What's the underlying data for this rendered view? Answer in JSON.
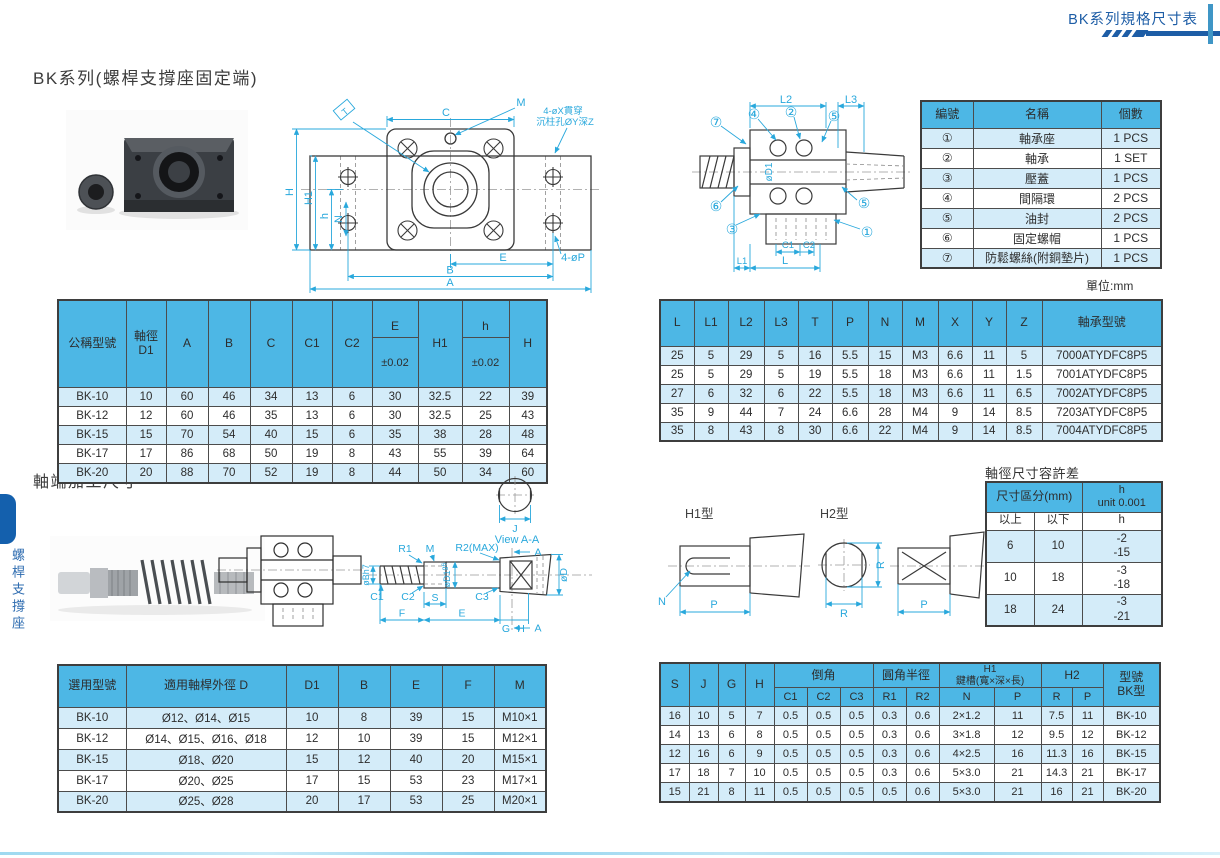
{
  "page": {
    "header_right": "BK系列規格尺寸表",
    "title": "BK系列(螺桿支撐座固定端)",
    "section2_title": "軸端加工尺寸",
    "unit_note": "單位:mm",
    "sidebar_text": "螺桿支撐座",
    "tolerance_title": "軸徑尺寸容許差"
  },
  "colors": {
    "table_header_blue": "#4db7e5",
    "row_alt_blue": "#d4ecf9",
    "accent_blue": "#1d5da6",
    "dimension_cyan": "#29a8dc",
    "sidebar_blue": "#1460ad",
    "border_gray": "#4c4c4c"
  },
  "parts_table": {
    "headers": [
      "編號",
      "名稱",
      "個數"
    ],
    "rows": [
      [
        "①",
        "軸承座",
        "1 PCS"
      ],
      [
        "②",
        "軸承",
        "1 SET"
      ],
      [
        "③",
        "壓蓋",
        "1 PCS"
      ],
      [
        "④",
        "間隔環",
        "2 PCS"
      ],
      [
        "⑤",
        "油封",
        "2 PCS"
      ],
      [
        "⑥",
        "固定螺帽",
        "1 PCS"
      ],
      [
        "⑦",
        "防鬆螺絲(附銅墊片)",
        "1 PCS"
      ]
    ]
  },
  "main_left_table": {
    "headers": {
      "model": "公稱型號",
      "d1": "軸徑\nD1",
      "a": "A",
      "b": "B",
      "c": "C",
      "c1": "C1",
      "c2": "C2",
      "e": "E",
      "e_tol": "±0.02",
      "h1": "H1",
      "h": "h",
      "h_tol": "±0.02",
      "h_cap": "H"
    },
    "rows": [
      [
        "BK-10",
        "10",
        "60",
        "46",
        "34",
        "13",
        "6",
        "30",
        "32.5",
        "22",
        "39"
      ],
      [
        "BK-12",
        "12",
        "60",
        "46",
        "35",
        "13",
        "6",
        "30",
        "32.5",
        "25",
        "43"
      ],
      [
        "BK-15",
        "15",
        "70",
        "54",
        "40",
        "15",
        "6",
        "35",
        "38",
        "28",
        "48"
      ],
      [
        "BK-17",
        "17",
        "86",
        "68",
        "50",
        "19",
        "8",
        "43",
        "55",
        "39",
        "64"
      ],
      [
        "BK-20",
        "20",
        "88",
        "70",
        "52",
        "19",
        "8",
        "44",
        "50",
        "34",
        "60"
      ]
    ]
  },
  "main_right_table": {
    "headers": [
      "L",
      "L1",
      "L2",
      "L3",
      "T",
      "P",
      "N",
      "M",
      "X",
      "Y",
      "Z",
      "軸承型號"
    ],
    "rows": [
      [
        "25",
        "5",
        "29",
        "5",
        "16",
        "5.5",
        "15",
        "M3",
        "6.6",
        "11",
        "5",
        "7000ATYDFC8P5"
      ],
      [
        "25",
        "5",
        "29",
        "5",
        "19",
        "5.5",
        "18",
        "M3",
        "6.6",
        "11",
        "1.5",
        "7001ATYDFC8P5"
      ],
      [
        "27",
        "6",
        "32",
        "6",
        "22",
        "5.5",
        "18",
        "M3",
        "6.6",
        "11",
        "6.5",
        "7002ATYDFC8P5"
      ],
      [
        "35",
        "9",
        "44",
        "7",
        "24",
        "6.6",
        "28",
        "M4",
        "9",
        "14",
        "8.5",
        "7203ATYDFC8P5"
      ],
      [
        "35",
        "8",
        "43",
        "8",
        "30",
        "6.6",
        "22",
        "M4",
        "9",
        "14",
        "8.5",
        "7004ATYDFC8P5"
      ]
    ]
  },
  "tolerance_table": {
    "header_range": "尺寸區分(mm)",
    "header_h": "h\nunit 0.001",
    "sub_headers": [
      "以上",
      "以下",
      "h"
    ],
    "rows": [
      [
        "6",
        "10",
        "-2\n-15"
      ],
      [
        "10",
        "18",
        "-3\n-18"
      ],
      [
        "18",
        "24",
        "-3\n-21"
      ]
    ]
  },
  "bottom_left_table": {
    "headers": [
      "選用型號",
      "適用軸桿外徑 D",
      "D1",
      "B",
      "E",
      "F",
      "M"
    ],
    "rows": [
      [
        "BK-10",
        "Ø12、Ø14、Ø15",
        "10",
        "8",
        "39",
        "15",
        "M10×1"
      ],
      [
        "BK-12",
        "Ø14、Ø15、Ø16、Ø18",
        "12",
        "10",
        "39",
        "15",
        "M12×1"
      ],
      [
        "BK-15",
        "Ø18、Ø20",
        "15",
        "12",
        "40",
        "20",
        "M15×1"
      ],
      [
        "BK-17",
        "Ø20、Ø25",
        "17",
        "15",
        "53",
        "23",
        "M17×1"
      ],
      [
        "BK-20",
        "Ø25、Ø28",
        "20",
        "17",
        "53",
        "25",
        "M20×1"
      ]
    ]
  },
  "bottom_right_table": {
    "headers": {
      "s": "S",
      "j": "J",
      "g": "G",
      "h": "H",
      "chamfer": "倒角",
      "c1": "C1",
      "c2": "C2",
      "c3": "C3",
      "fillet": "圓角半徑",
      "r1": "R1",
      "r2": "R2",
      "keyway": "H1\n鍵槽(寬×深×長)",
      "n": "N",
      "p": "P",
      "h2": "H2",
      "r": "R",
      "p2": "P",
      "model": "型號\nBK型"
    },
    "rows": [
      [
        "16",
        "10",
        "5",
        "7",
        "0.5",
        "0.5",
        "0.5",
        "0.3",
        "0.6",
        "2×1.2",
        "11",
        "7.5",
        "11",
        "BK-10"
      ],
      [
        "14",
        "13",
        "6",
        "8",
        "0.5",
        "0.5",
        "0.5",
        "0.3",
        "0.6",
        "3×1.8",
        "12",
        "9.5",
        "12",
        "BK-12"
      ],
      [
        "12",
        "16",
        "6",
        "9",
        "0.5",
        "0.5",
        "0.5",
        "0.3",
        "0.6",
        "4×2.5",
        "16",
        "11.3",
        "16",
        "BK-15"
      ],
      [
        "17",
        "18",
        "7",
        "10",
        "0.5",
        "0.5",
        "0.5",
        "0.3",
        "0.6",
        "5×3.0",
        "21",
        "14.3",
        "21",
        "BK-17"
      ],
      [
        "15",
        "21",
        "8",
        "11",
        "0.5",
        "0.5",
        "0.5",
        "0.5",
        "0.6",
        "5×3.0",
        "21",
        "16",
        "21",
        "BK-20"
      ]
    ]
  },
  "drawing_front": {
    "c": "C",
    "m": "M",
    "hole_note1": "4-øX貫穿",
    "hole_note2": "沉柱孔ØY深Z",
    "h": "H",
    "h1": "H1",
    "h_small": "h",
    "n": "N",
    "e": "E",
    "b": "B",
    "a": "A",
    "p4": "4-øP",
    "datum": "T"
  },
  "drawing_section": {
    "l2": "L2",
    "l3": "L3",
    "d1": "øD1",
    "c1": "C1",
    "c2": "C2",
    "l1": "L1",
    "l": "L",
    "p1": "①",
    "p2": "②",
    "p3": "③",
    "p4": "④",
    "p5a": "⑤",
    "p5b": "⑤",
    "p6": "⑥",
    "p7": "⑦"
  },
  "drawing_shaft": {
    "bh7": "øBh7",
    "r1": "R1",
    "m": "M",
    "d1": "øD1",
    "d1_fit": "g6",
    "r2": "R2(MAX)",
    "view_label": "View A-A",
    "a_top": "A",
    "a_bottom": "A",
    "j": "J",
    "c1": "C1",
    "c2": "C2",
    "c3": "C3",
    "s": "S",
    "f": "F",
    "e": "E",
    "g": "G",
    "h": "H",
    "d": "øD"
  },
  "drawing_htypes": {
    "h1_title": "H1型",
    "h2_title": "H2型",
    "n": "N",
    "p_left": "P",
    "r_vert": "R",
    "r_horiz": "R",
    "p_right": "P"
  }
}
